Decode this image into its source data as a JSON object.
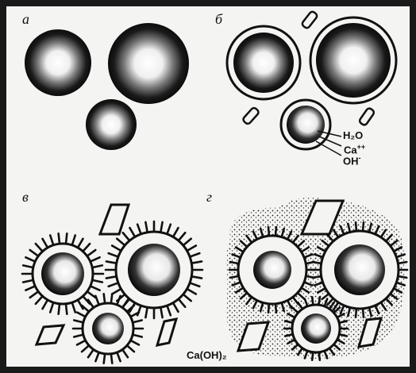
{
  "panels": {
    "a": {
      "label": "а"
    },
    "b": {
      "label": "б"
    },
    "v": {
      "label": "в"
    },
    "g": {
      "label": "г"
    }
  },
  "annotations": {
    "water": "H₂O",
    "calcium_base": "Ca",
    "calcium_charge": "++",
    "hydroxide_base": "OH",
    "hydroxide_charge": "-",
    "calcium_hydroxide": "Ca(OH)₂"
  },
  "colors": {
    "background": "#f4f4f2",
    "ink": "#111111",
    "frame": "#1a1a1a"
  }
}
